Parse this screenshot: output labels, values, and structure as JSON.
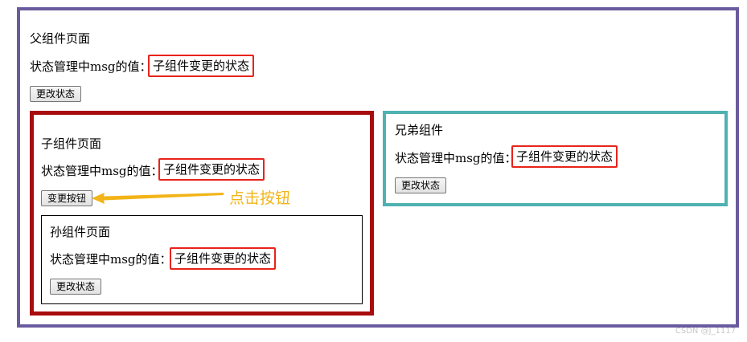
{
  "parent": {
    "title": "父组件页面",
    "state_label": "状态管理中msg的值：",
    "state_value": "子组件变更的状态",
    "button_label": "更改状态"
  },
  "child": {
    "title": "子组件页面",
    "state_label": "状态管理中msg的值：",
    "state_value": "子组件变更的状态",
    "button_label": "变更按钮"
  },
  "grandchild": {
    "title": "孙组件页面",
    "state_label": "状态管理中msg的值：",
    "state_value": "子组件变更的状态",
    "button_label": "更改状态"
  },
  "sibling": {
    "title": "兄弟组件",
    "state_label": "状态管理中msg的值：",
    "state_value": "子组件变更的状态",
    "button_label": "更改状态"
  },
  "annotation": {
    "text": "点击按钮",
    "color": "#f2b418"
  },
  "watermark": "CSDN @J_1117",
  "colors": {
    "outer_border": "#6a5b9f",
    "child_border": "#a80c0c",
    "sibling_border": "#4fb1b1",
    "highlight": "#e8231b"
  }
}
